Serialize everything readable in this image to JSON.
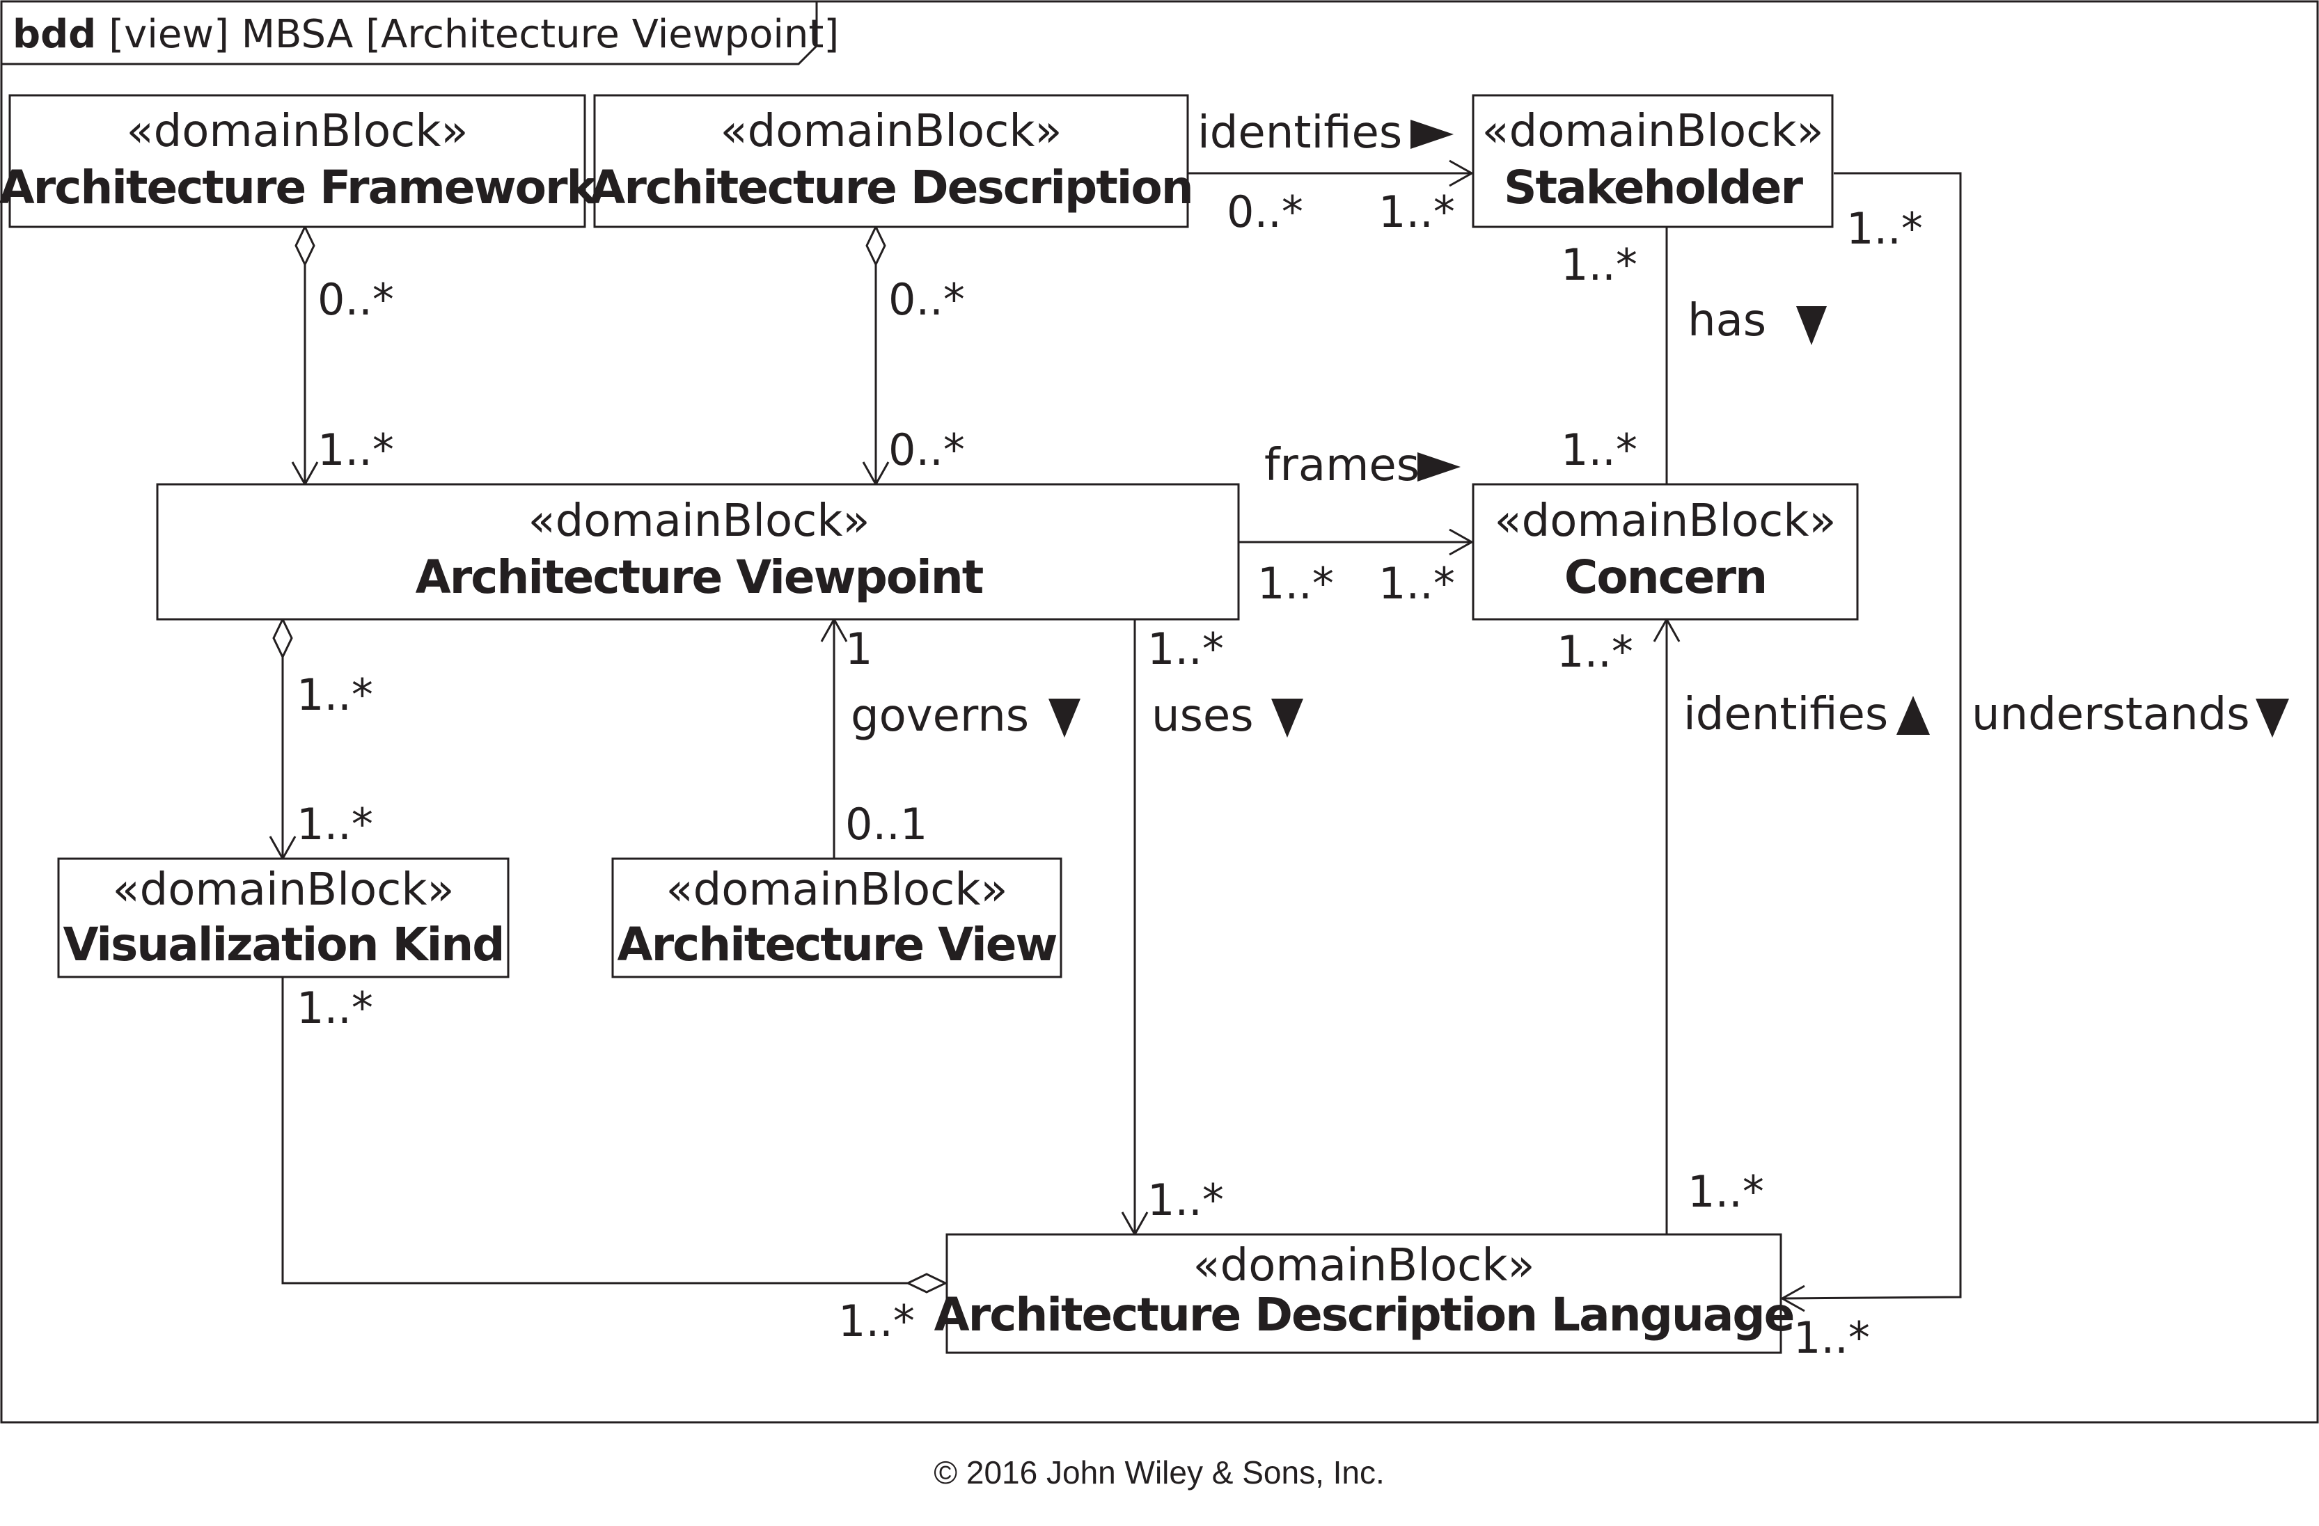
{
  "frame": {
    "kind": "bdd",
    "title": "[view] MBSA [Architecture Viewpoint]"
  },
  "blocks": {
    "architecture_framework": {
      "stereotype": "«domainBlock»",
      "name": "Architecture Framework"
    },
    "architecture_description": {
      "stereotype": "«domainBlock»",
      "name": "Architecture Description"
    },
    "stakeholder": {
      "stereotype": "«domainBlock»",
      "name": "Stakeholder"
    },
    "architecture_viewpoint": {
      "stereotype": "«domainBlock»",
      "name": "Architecture Viewpoint"
    },
    "concern": {
      "stereotype": "«domainBlock»",
      "name": "Concern"
    },
    "visualization_kind": {
      "stereotype": "«domainBlock»",
      "name": "Visualization Kind"
    },
    "architecture_view": {
      "stereotype": "«domainBlock»",
      "name": "Architecture View"
    },
    "architecture_description_language": {
      "stereotype": "«domainBlock»",
      "name": "Architecture Description Language"
    }
  },
  "associations": {
    "ad_identifies_stakeholder": {
      "label": "identifies",
      "source_mult": "0..*",
      "target_mult": "1..*"
    },
    "af_to_viewpoint": {
      "source_mult": "0..*",
      "target_mult": "1..*"
    },
    "ad_to_viewpoint": {
      "source_mult": "0..*",
      "target_mult": "0..*"
    },
    "stakeholder_has_concern": {
      "label": "has",
      "source_mult": "1..*",
      "target_mult": "1..*"
    },
    "viewpoint_frames_concern": {
      "label": "frames",
      "source_mult": "1..*",
      "target_mult": "1..*"
    },
    "viewpoint_to_viskind": {
      "source_mult": "1..*",
      "target_mult": "1..*"
    },
    "viewpoint_governs_view": {
      "label": "governs",
      "source_mult": "1",
      "target_mult": "0..1"
    },
    "viewpoint_uses_adl": {
      "label": "uses",
      "source_mult": "1..*",
      "target_mult": "1..*"
    },
    "adl_identifies_concern": {
      "label": "identifies",
      "source_mult": "1..*",
      "target_mult": "1..*"
    },
    "stakeholder_understands_adl": {
      "label": "understands",
      "source_mult": "1..*",
      "target_mult": "1..*"
    },
    "viskind_to_adl": {
      "source_mult": "1..*",
      "target_mult": "1..*"
    }
  },
  "footer": {
    "copyright": "© 2016 John Wiley & Sons, Inc."
  }
}
